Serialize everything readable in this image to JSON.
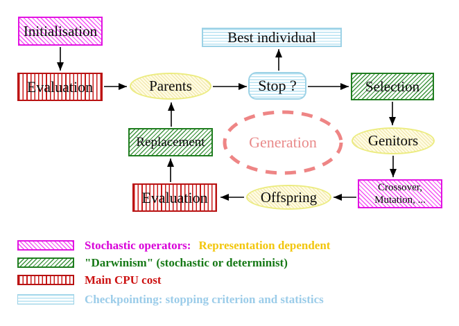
{
  "nodes": {
    "initialisation": "Initialisation",
    "evaluation_top": "Evaluation",
    "parents": "Parents",
    "stop": "Stop ?",
    "best_individual": "Best individual",
    "selection": "Selection",
    "genitors": "Genitors",
    "crossover_line1": "Crossover,",
    "crossover_line2": "Mutation, ...",
    "offspring": "Offspring",
    "evaluation_bottom": "Evaluation",
    "replacement": "Replacement",
    "generation": "Generation"
  },
  "legend": {
    "stochastic": {
      "swatch": "magenta-diagonal-hatch",
      "label": "Stochastic operators:",
      "suffix": "Representation dependent"
    },
    "darwinism": {
      "swatch": "green-diagonal-hatch",
      "label": "\"Darwinism\" (stochastic or determinist)"
    },
    "cpu": {
      "swatch": "red-vertical-stripes",
      "label": "Main CPU cost"
    },
    "checkpointing": {
      "swatch": "cyan-horizontal-stripes",
      "label": "Checkpointing: stopping criterion and statistics"
    }
  },
  "colors": {
    "magenta": "#e213e2",
    "green": "#1f7d1f",
    "red": "#c81919",
    "cyan": "#9dd2e6",
    "yellow_border": "#ecec80",
    "yellow_fill": "#fffce2",
    "salmon_dashed": "#ee8585",
    "legend_magenta_text": "#d800d8",
    "legend_gold_text": "#f2c60c",
    "legend_green_text": "#157815",
    "legend_red_text": "#cc1111",
    "legend_blue_text": "#9bcce9",
    "arrow": "#000000"
  }
}
